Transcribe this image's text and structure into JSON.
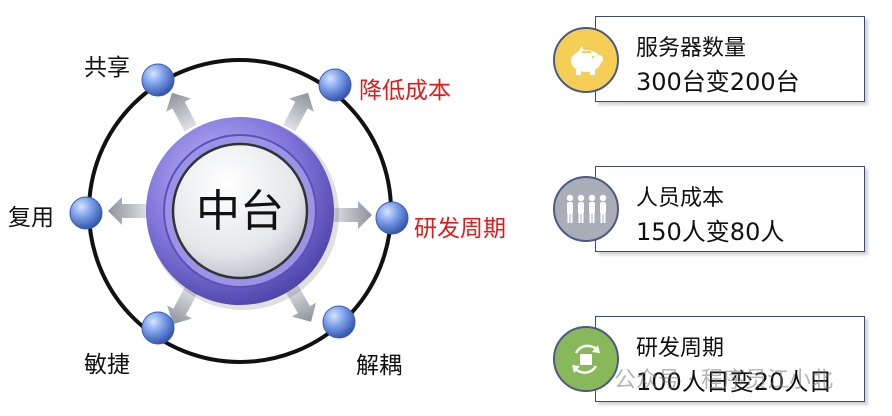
{
  "hub": {
    "label": "中台",
    "nodes": [
      {
        "label": "共享",
        "color": "#111111"
      },
      {
        "label": "降低成本",
        "color": "#e21a1a"
      },
      {
        "label": "复用",
        "color": "#111111"
      },
      {
        "label": "研发周期",
        "color": "#e21a1a"
      },
      {
        "label": "敏捷",
        "color": "#111111"
      },
      {
        "label": "解耦",
        "color": "#111111"
      }
    ]
  },
  "cards": [
    {
      "title": "服务器数量",
      "value": "300台变200台",
      "icon": "piggy-bank-icon",
      "icon_color": "#f5cf55"
    },
    {
      "title": "人员成本",
      "value": "150人变80人",
      "icon": "people-group-icon",
      "icon_color": "#a9adb8"
    },
    {
      "title": "研发周期",
      "value": "100人日变20人日",
      "icon": "cycle-box-icon",
      "icon_color": "#88b85a"
    }
  ],
  "watermark": "公众号 · 程序员江小北"
}
